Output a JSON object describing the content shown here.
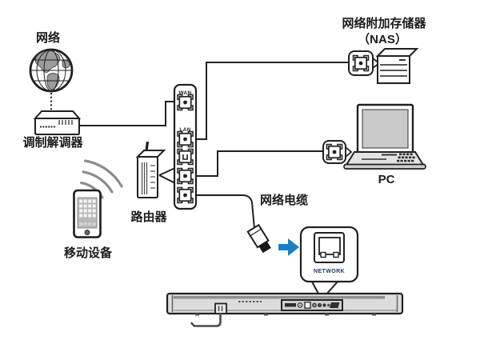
{
  "diagram": {
    "type": "network-connection-diagram",
    "nodes": {
      "internet": {
        "label": "网络"
      },
      "modem": {
        "label": "调制解调器"
      },
      "router": {
        "label": "路由器"
      },
      "mobile": {
        "label": "移动设备"
      },
      "nas": {
        "label_line1": "网络附加存储器",
        "label_line2": "（NAS）"
      },
      "pc": {
        "label": "PC"
      },
      "cable": {
        "label": "网络电缆"
      },
      "soundbar_jack": {
        "label": "NETWORK"
      }
    },
    "ports": {
      "wan": "WAN",
      "lan": "LAN"
    },
    "connections": {
      "modem_to_wan": "modem-WAN",
      "lan_to_nas": "LAN-NAS",
      "port_to_pc": "LAN-PC",
      "port_to_soundbar": "LAN-network-cable-soundbar"
    },
    "colors": {
      "arrow_blue": "#1d7fc1",
      "stroke": "#231f20",
      "network_text": "#1f3864",
      "soundbar_gray": "#dcdcdc"
    }
  }
}
